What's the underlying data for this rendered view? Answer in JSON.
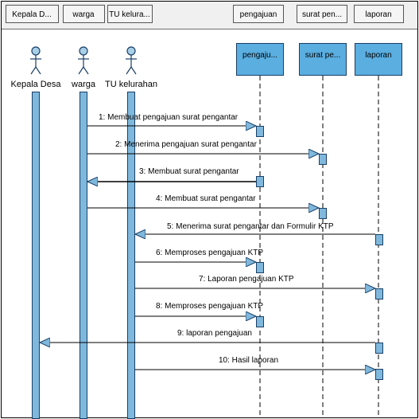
{
  "header_tabs": [
    "Kepala D...",
    "warga",
    "TU kelura...",
    "pengajuan",
    "surat pen...",
    "laporan"
  ],
  "actors": [
    "Kepala Desa",
    "warga",
    "TU kelurahan"
  ],
  "objects": [
    "pengaju...",
    "surat pe...",
    "laporan"
  ],
  "messages": [
    "1: Membuat pengajuan surat pengantar",
    "2: Menerima pengajuan surat pengantar",
    "3: Membuat surat pengantar",
    "4: Membuat surat pengantar",
    "5: Menerima surat pengantar dan Formulir KTP",
    "6: Memproses pengajuan KTP",
    "7: Laporan pengajuan KTP",
    "8: Memproses pengajuan KTP",
    "9: laporan pengajuan",
    "10: Hasil laporan"
  ],
  "colors": {
    "lifeline_fill": "#7fb8dc",
    "object_fill": "#5aaee0",
    "header_bg": "#f0f0f0",
    "actor_fill": "#a8cfe8"
  }
}
